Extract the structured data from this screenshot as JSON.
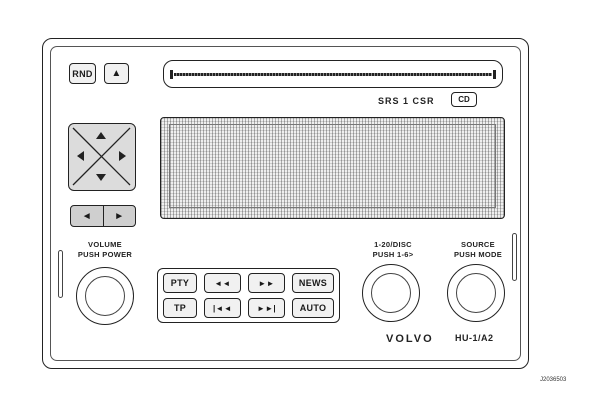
{
  "top_buttons": {
    "rnd": "RND",
    "eject": "▲"
  },
  "brand_row": {
    "text": "SRS 1 CSR",
    "icon": "CD"
  },
  "labels": {
    "volume": "VOLUME",
    "volume_sub": "PUSH POWER",
    "cd_disc": "1-20/DISC",
    "cd_disc_sub": "PUSH 1-6>",
    "source": "SOURCE",
    "source_sub": "PUSH MODE"
  },
  "nav_back_bar": {
    "left": "◄",
    "right": "►"
  },
  "buttons": {
    "pty": "PTY",
    "rew": "◄◄",
    "ff": "►►",
    "news": "NEWS",
    "tp": "TP",
    "prev": "|◄◄",
    "next": "►►|",
    "auto": "AUTO"
  },
  "footer": {
    "brand": "VOLVO",
    "model": "HU-1/A2"
  },
  "ref_code": "J2036503"
}
